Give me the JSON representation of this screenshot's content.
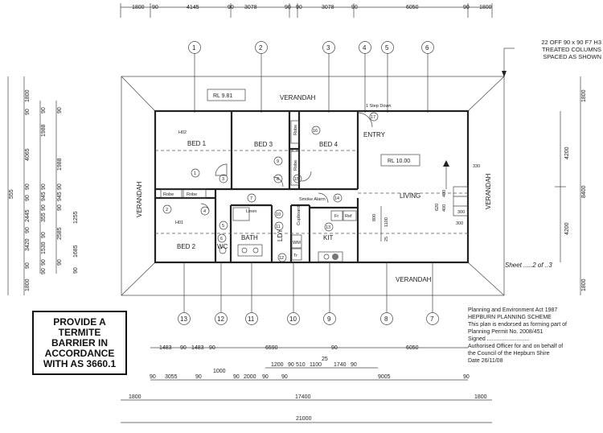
{
  "rooms": {
    "verandah": "VERANDAH",
    "bed1": "BED 1",
    "bed2": "BED 2",
    "bed3": "BED 3",
    "bed4": "BED 4",
    "entry": "ENTRY",
    "living": "LIVING",
    "bath": "BATH",
    "wc": "WC",
    "ldy": "LDY",
    "kit": "KIT",
    "wm": "WM",
    "tr": "Tr",
    "fr": "Fr",
    "ref": "Ref",
    "robe": "Robe",
    "linen": "Linen",
    "smoke_alarm": "Smoke Alarm",
    "step_down": "1 Step Down",
    "cupboard": "Cupboard",
    "h01": "H01",
    "h02": "H02"
  },
  "levels": {
    "rl_left": "RL 9.81",
    "rl_right": "RL 10.00"
  },
  "grid_top": [
    "1",
    "2",
    "3",
    "4",
    "5",
    "6"
  ],
  "grid_bottom": [
    "13",
    "12",
    "11",
    "10",
    "9",
    "8",
    "7"
  ],
  "door_tags": [
    "1",
    "2",
    "3",
    "4",
    "5",
    "6",
    "7",
    "8",
    "9",
    "10",
    "11",
    "12",
    "13",
    "14",
    "15",
    "16",
    "17"
  ],
  "dims": {
    "top": [
      "1800",
      "90",
      "4145",
      "90",
      "3078",
      "90",
      "90",
      "3078",
      "90",
      "6050",
      "90",
      "1800"
    ],
    "left_a": [
      "1800",
      "90",
      "4065",
      "90",
      "90",
      "2445",
      "90",
      "3420",
      "90",
      "1800"
    ],
    "left_b": [
      "90",
      "1988",
      "90",
      "945",
      "90",
      "355",
      "90",
      "1530",
      "90",
      "90"
    ],
    "left_c": [
      "90",
      "1988",
      "90",
      "945",
      "90",
      "2585",
      "90"
    ],
    "left_d": [
      "1255",
      "1685",
      "90"
    ],
    "left_total": "555",
    "right": [
      "1800",
      "4200",
      "8400",
      "4200",
      "1800"
    ],
    "right_small": [
      "330",
      "400",
      "400",
      "620",
      "300",
      "300"
    ],
    "inner": [
      "800",
      "1100",
      "25"
    ],
    "bottom1": [
      "1483",
      "90",
      "1483",
      "90",
      "6590",
      "90",
      "6050"
    ],
    "bottom2": [
      "1200",
      "90",
      "510",
      "1100",
      "25",
      "1740",
      "90"
    ],
    "bottom3": [
      "90",
      "3055",
      "90",
      "1000",
      "90",
      "2000",
      "90",
      "90",
      "9005",
      "90"
    ],
    "bottom4": [
      "1800",
      "17400",
      "1800"
    ],
    "bottom_total": "21000"
  },
  "notes": {
    "columns": [
      "22 OFF 90 x 90 F7 H3",
      "TREATED COLUMNS",
      "SPACED AS SHOWN"
    ],
    "termite": [
      "PROVIDE A",
      "TERMITE",
      "BARRIER IN",
      "ACCORDANCE",
      "WITH AS 3660.1"
    ],
    "sheet": "Sheet .....2 of ..3"
  },
  "stamp": {
    "lines": [
      "Planning and Environment Act 1987",
      "HEPBURN PLANNING SCHEME",
      "This plan is endorsed as forming part of",
      "Planning Permit No. 2008/451",
      "Signed ...........................",
      "Authorised Officer for and on behalf of",
      "the Council of the Hepburn Shire",
      "Date 26/11/08"
    ]
  }
}
